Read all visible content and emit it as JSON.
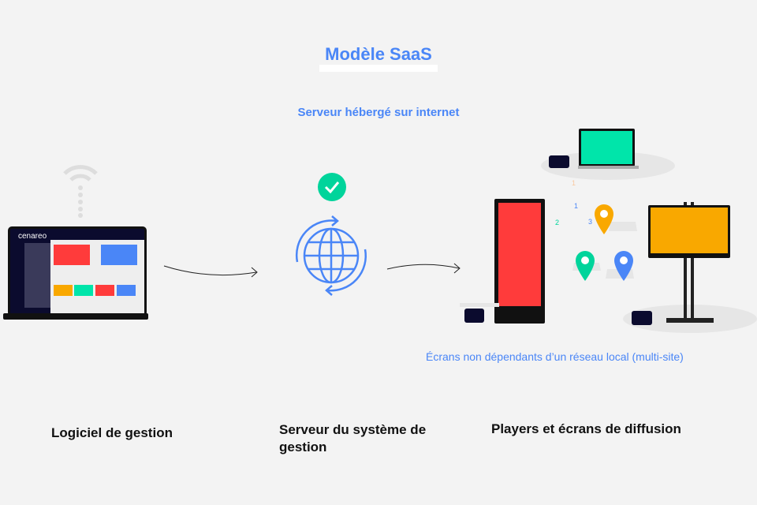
{
  "title": "Modèle SaaS",
  "subtitle": "Serveur hébergé sur internet",
  "laptop": {
    "brand": "cenareo"
  },
  "note": "Écrans non dépendants d’un réseau local (multi-site)",
  "labels": {
    "n1": "1",
    "n2": "2",
    "n3": "3",
    "n4": "1"
  },
  "captions": {
    "left": "Logiciel de gestion",
    "middle": "Serveur du système de gestion",
    "right": "Players et écrans de diffusion"
  },
  "colors": {
    "blue": "#4a86f7",
    "red": "#ff3b3b",
    "green": "#00e5aa",
    "orange": "#f9a800",
    "navy": "#0b0b2e"
  }
}
